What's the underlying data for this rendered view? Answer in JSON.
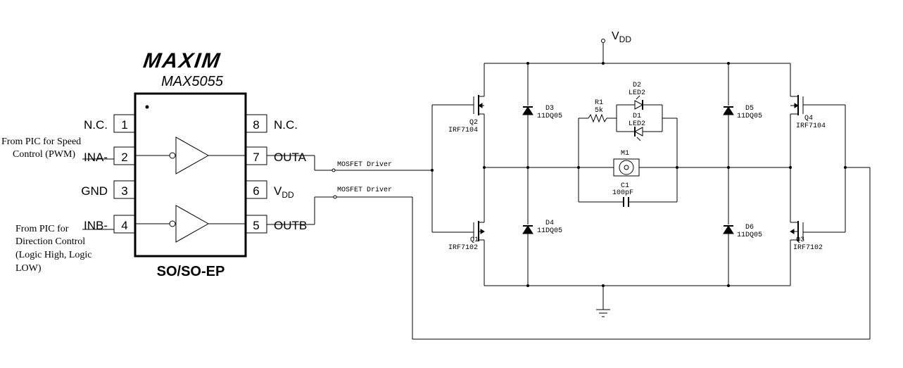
{
  "ic": {
    "brand": "MAXIM",
    "part": "MAX5055",
    "package": "SO/SO-EP",
    "pins": [
      {
        "num": "1",
        "name": "N.C."
      },
      {
        "num": "2",
        "name": "INA-"
      },
      {
        "num": "3",
        "name": "GND"
      },
      {
        "num": "4",
        "name": "INB-"
      },
      {
        "num": "5",
        "name": "OUTB"
      },
      {
        "num": "6",
        "name": "V",
        "sub": "DD"
      },
      {
        "num": "7",
        "name": "OUTA"
      },
      {
        "num": "8",
        "name": "N.C."
      }
    ]
  },
  "notes": {
    "pic_speed": [
      "From PIC for Speed",
      "Control (PWM)"
    ],
    "pic_direction": [
      "From PIC for",
      "Direction Control",
      "(Logic High, Logic",
      "LOW)"
    ]
  },
  "nets": {
    "vdd": {
      "name": "V",
      "sub": "DD"
    },
    "driver_a": "MOSFET Driver",
    "driver_b": "MOSFET Driver"
  },
  "components": {
    "q1": {
      "ref": "Q1",
      "part": "IRF7102"
    },
    "q2": {
      "ref": "Q2",
      "part": "IRF7104"
    },
    "q3": {
      "ref": "Q3",
      "part": "IRF7102"
    },
    "q4": {
      "ref": "Q4",
      "part": "IRF7104"
    },
    "d3": {
      "ref": "D3",
      "part": "11DQ05"
    },
    "d4": {
      "ref": "D4",
      "part": "11DQ05"
    },
    "d5": {
      "ref": "D5",
      "part": "11DQ05"
    },
    "d6": {
      "ref": "D6",
      "part": "11DQ05"
    },
    "d1": {
      "ref": "D1",
      "part": "LED2"
    },
    "d2": {
      "ref": "D2",
      "part": "LED2"
    },
    "r1": {
      "ref": "R1",
      "value": "5k"
    },
    "m1": {
      "ref": "M1"
    },
    "c1": {
      "ref": "C1",
      "value": "100pF"
    }
  }
}
